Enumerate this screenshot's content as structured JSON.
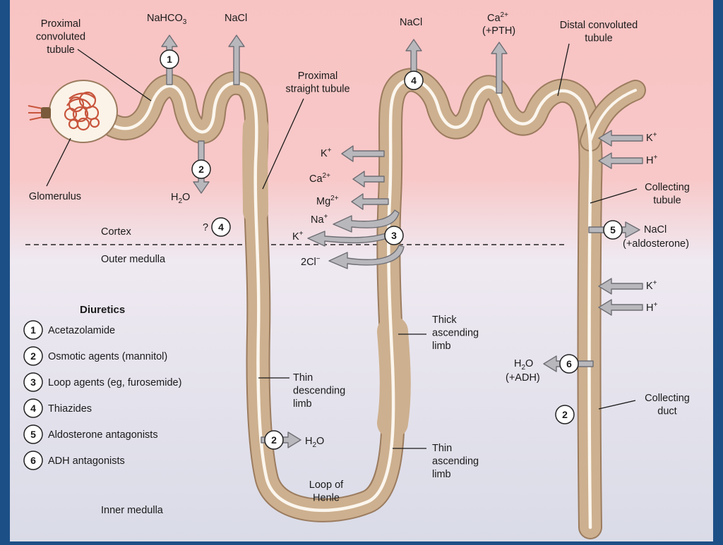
{
  "colors": {
    "cortex_bg": "#f8c6c6",
    "medulla_bg": "#e7e8f1",
    "tubule_fill": "#cdb08f",
    "tubule_stroke": "#9b7c5f",
    "lumen": "#fbf6ee",
    "arrow_fill": "#b8b8bc",
    "arrow_stroke": "#6e6e74",
    "capillary": "#c8553d"
  },
  "zones": {
    "cortex": "Cortex",
    "outer_medulla": "Outer medulla",
    "inner_medulla": "Inner medulla"
  },
  "segments": {
    "pct": "Proximal convoluted tubule",
    "pst": "Proximal straight tubule",
    "dct": "Distal convoluted tubule",
    "glomerulus": "Glomerulus",
    "collecting_tubule": "Collecting tubule",
    "collecting_duct": "Collecting duct",
    "thick_ascending": "Thick ascending limb",
    "thin_descending": "Thin descending limb",
    "thin_ascending": "Thin ascending limb",
    "loop": "Loop of Henle"
  },
  "solutes": {
    "nahco3": "NaHCO3",
    "nacl_pct": "NaCl",
    "h2o_pct": "H2O",
    "nacl_dct": "NaCl",
    "ca_pth": "Ca2+ (+PTH)",
    "k_tal": "K+",
    "ca_tal": "Ca2+",
    "mg_tal": "Mg2+",
    "na_tal": "Na+",
    "k_tal2": "K+",
    "cl_tal": "2Cl−",
    "k_ct1": "K+",
    "h_ct1": "H+",
    "nacl_ct": "NaCl (+aldosterone)",
    "k_ct2": "K+",
    "h_ct2": "H+",
    "h2o_adh": "H2O (+ADH)",
    "h2o_loop": "H2O",
    "question": "?"
  },
  "badges": {
    "b1": "1",
    "b2_pct": "2",
    "b4_dct": "4",
    "b4_q": "4",
    "b3": "3",
    "b5": "5",
    "b6": "6",
    "b2_cd": "2",
    "b2_loop": "2"
  },
  "legend": {
    "title": "Diuretics",
    "items": [
      {
        "num": "1",
        "label": "Acetazolamide"
      },
      {
        "num": "2",
        "label": "Osmotic agents (mannitol)"
      },
      {
        "num": "3",
        "label": "Loop agents (eg, furosemide)"
      },
      {
        "num": "4",
        "label": "Thiazides"
      },
      {
        "num": "5",
        "label": "Aldosterone antagonists"
      },
      {
        "num": "6",
        "label": "ADH antagonists"
      }
    ]
  }
}
